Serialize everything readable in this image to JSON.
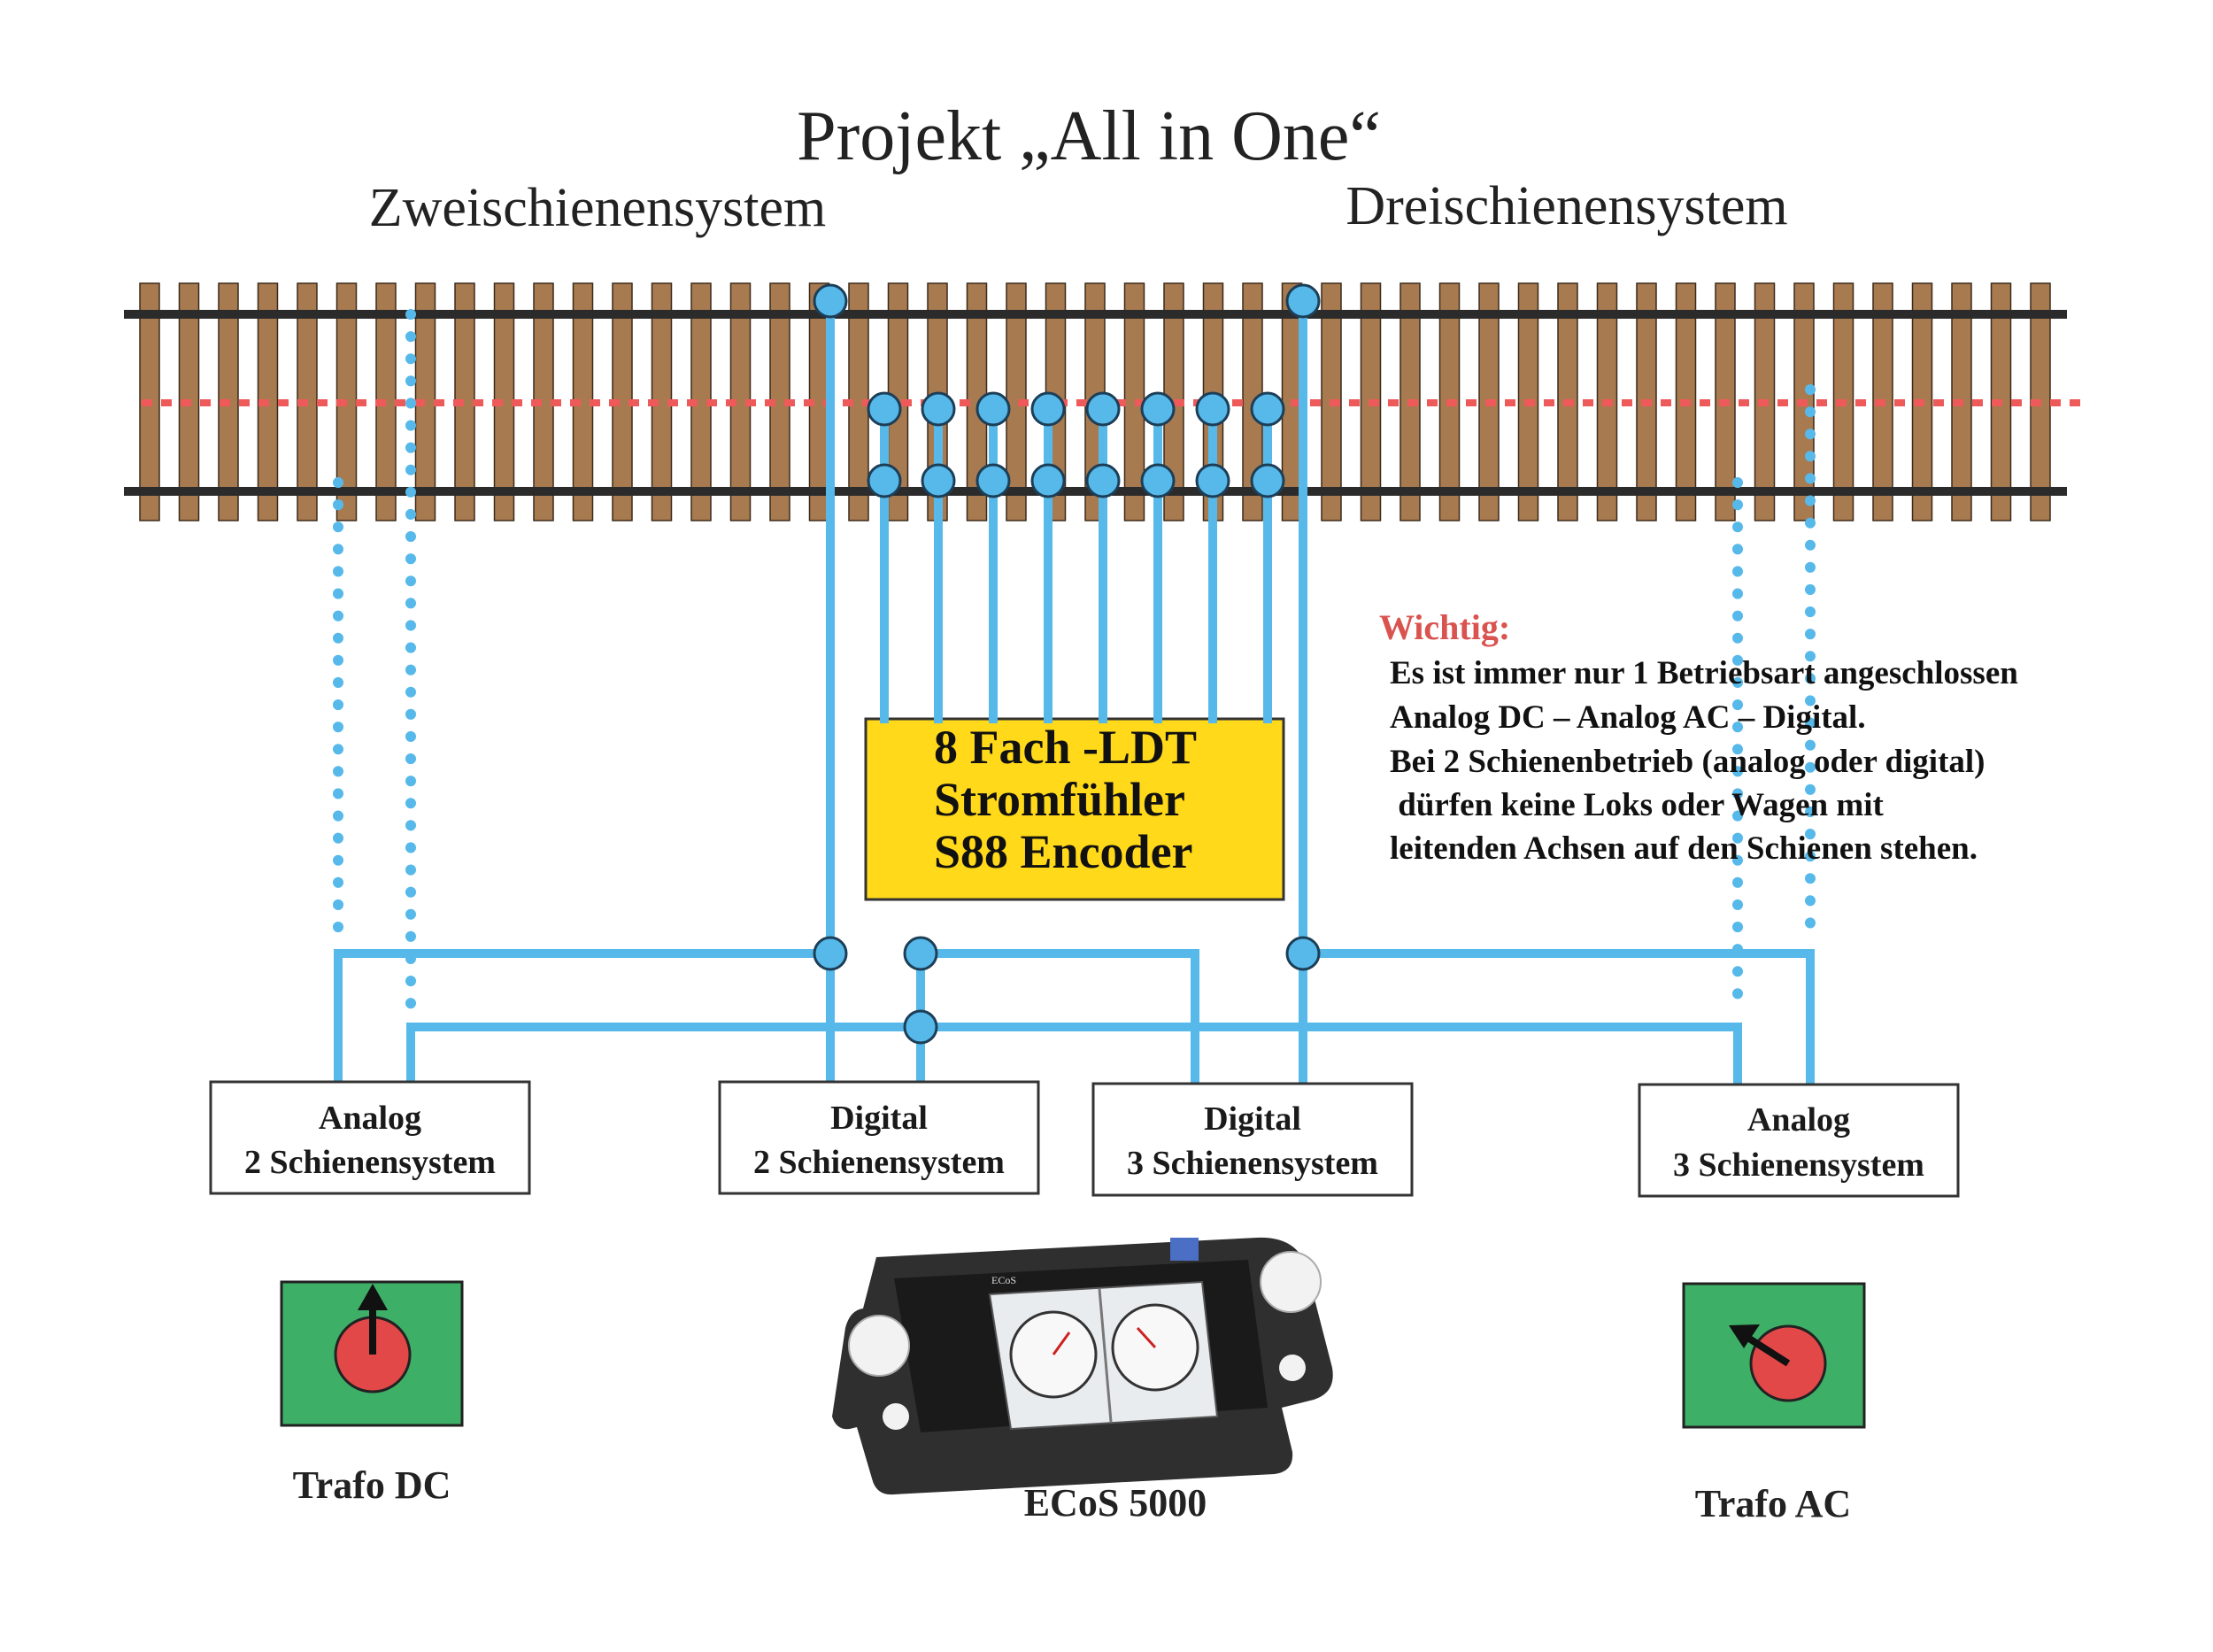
{
  "title": "Projekt „All in One“",
  "subtitles": {
    "left": "Zweischienensystem",
    "right": "Dreischienensystem"
  },
  "colors": {
    "wire": "#56b9ea",
    "tie": "#a87a50",
    "rail": "#2b2b2b",
    "middle_rail_dotted": "#ee5a5a",
    "encoder_fill": "#ffd91a",
    "trafo_bg": "#3daf67",
    "trafo_knob": "#e34848",
    "note_heading": "#d9534f"
  },
  "encoder": {
    "lines": [
      "8 Fach -LDT",
      "Stromfühler",
      "S88 Encoder"
    ]
  },
  "boxes": [
    {
      "id": "analog-2",
      "line1": "Analog",
      "line2": "2 Schienensystem"
    },
    {
      "id": "digital-2",
      "line1": "Digital",
      "line2": "2 Schienensystem"
    },
    {
      "id": "digital-3",
      "line1": "Digital",
      "line2": "3 Schienensystem"
    },
    {
      "id": "analog-3",
      "line1": "Analog",
      "line2": "3 Schienensystem"
    }
  ],
  "note": {
    "heading": "Wichtig:",
    "lines": [
      "Es ist immer nur 1 Betriebsart angeschlossen",
      "Analog DC – Analog AC – Digital.",
      "Bei 2 Schienenbetrieb (analog oder digital)",
      " dürfen keine Loks oder Wagen mit",
      "leitenden Achsen auf den Schienen stehen."
    ]
  },
  "captions": {
    "trafo_dc": "Trafo DC",
    "ecos": "ECoS 5000",
    "trafo_ac": "Trafo AC"
  },
  "icons": {
    "trafo_dc": "transformer-dial-icon",
    "trafo_ac": "transformer-dial-icon",
    "ecos": "ecos-command-station-icon"
  }
}
